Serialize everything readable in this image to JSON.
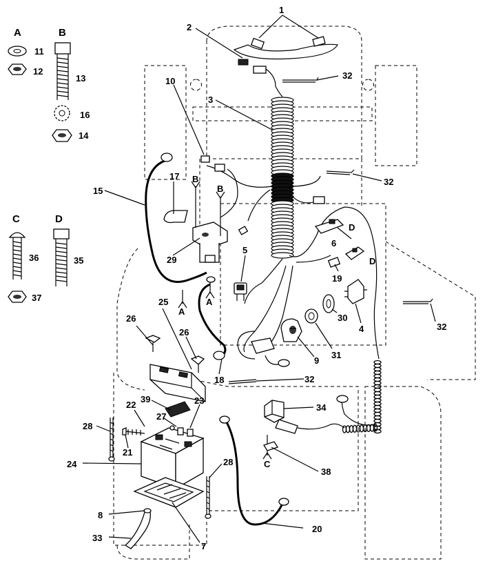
{
  "diagram": {
    "group_letters": {
      "A": "A",
      "B": "B",
      "C": "C",
      "D": "D"
    },
    "callouts": {
      "p1": "1",
      "p2": "2",
      "p3": "3",
      "p4": "4",
      "p5": "5",
      "p6": "6",
      "p7": "7",
      "p8": "8",
      "p9": "9",
      "p10": "10",
      "p11": "11",
      "p12": "12",
      "p13": "13",
      "p14": "14",
      "p15": "15",
      "p16": "16",
      "p17": "17",
      "p18": "18",
      "p19": "19",
      "p20": "20",
      "p21": "21",
      "p22": "22",
      "p23": "23",
      "p24": "24",
      "p25": "25",
      "p26a": "26",
      "p26b": "26",
      "p27": "27",
      "p28a": "28",
      "p28b": "28",
      "p29": "29",
      "p30": "30",
      "p31": "31",
      "p32a": "32",
      "p32b": "32",
      "p32c": "32",
      "p32d": "32",
      "p33": "33",
      "p34": "34",
      "p35": "35",
      "p36": "36",
      "p37": "37",
      "p38": "38",
      "p39": "39"
    },
    "inline_letters": {
      "b1": "B",
      "b2": "B",
      "d1": "D",
      "d2": "D",
      "a1": "A",
      "a2": "A",
      "c1": "C"
    }
  }
}
